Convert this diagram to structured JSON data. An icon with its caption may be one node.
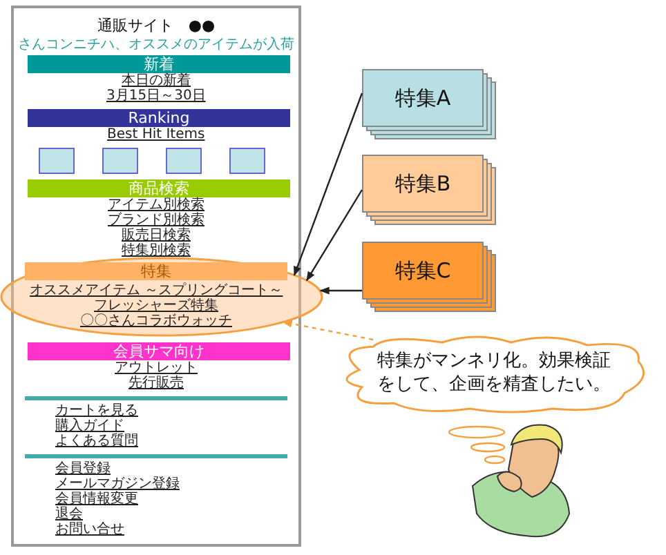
{
  "diagram": {
    "nodes": [
      {
        "text": [
          "通販サイト　●●",
          "さんコンニチハ、オススメのアイテムが入荷"
        ]
      },
      {
        "text": [
          "新着"
        ],
        "in": 0
      },
      {
        "text": [
          "Ranking"
        ],
        "in": 0
      },
      {
        "text": [],
        "shape": "box",
        "in": 0
      },
      {
        "text": [],
        "shape": "box",
        "in": 0
      },
      {
        "text": [],
        "shape": "box",
        "in": 0
      },
      {
        "text": [],
        "shape": "box",
        "in": 0
      },
      {
        "text": [
          "商品検索"
        ],
        "in": 0
      },
      {
        "text": [],
        "shape": "ellipse"
      },
      {
        "text": [
          "特集"
        ],
        "in": 8
      },
      {
        "text": [
          "会員サマ向け"
        ],
        "in": 0
      },
      {
        "text": [
          "特集A"
        ]
      },
      {
        "text": [
          "特集B"
        ]
      },
      {
        "text": [
          "特集C"
        ]
      },
      {
        "text": [
          "特集がマンネリ化。効果検証をして、企画を精査したい。"
        ]
      }
    ],
    "edges": [
      {
        "from": 11,
        "to": 8,
        "arrow": "to"
      },
      {
        "from": 12,
        "to": 8,
        "arrow": "to"
      },
      {
        "from": 13,
        "to": 8,
        "arrow": "to"
      },
      {
        "from": 14,
        "to": 8,
        "arrow": "to",
        "style": "dashed",
        "color": "#f4a040"
      }
    ],
    "labels": [
      "本日の新着",
      "3月15日～30日",
      "Best Hit Items",
      "アイテム別検索",
      "ブランド別検索",
      "販売日検索",
      "特集別検索",
      "オススメアイテム ～スプリングコート～",
      "フレッシャーズ特集",
      "〇〇さんコラボウォッチ",
      "アウトレット",
      "先行販売",
      "カートを見る",
      "購入ガイド",
      "よくある質問",
      "会員登録",
      "メールマガジン登録",
      "会員情報変更",
      "退会",
      "お問い合せ"
    ]
  }
}
